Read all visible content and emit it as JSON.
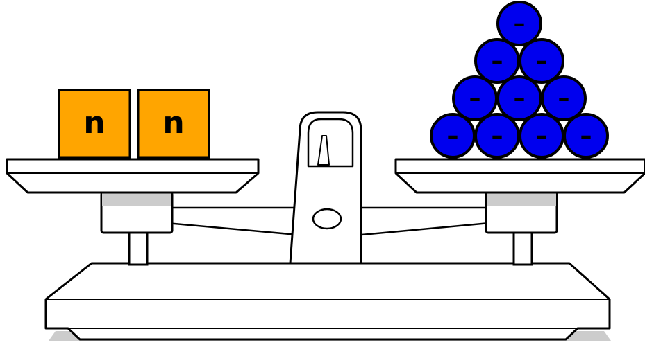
{
  "colors": {
    "stroke": "#000000",
    "scale_fill": "#ffffff",
    "shadow": "#cccccc",
    "block_fill": "#ffa500",
    "counter_fill": "#0000ee"
  },
  "left_pan": {
    "blocks": [
      {
        "label": "n"
      },
      {
        "label": "n"
      }
    ]
  },
  "right_pan": {
    "counter_label": "–",
    "counter_rows": [
      1,
      2,
      3,
      4
    ],
    "counter_count": 10
  }
}
